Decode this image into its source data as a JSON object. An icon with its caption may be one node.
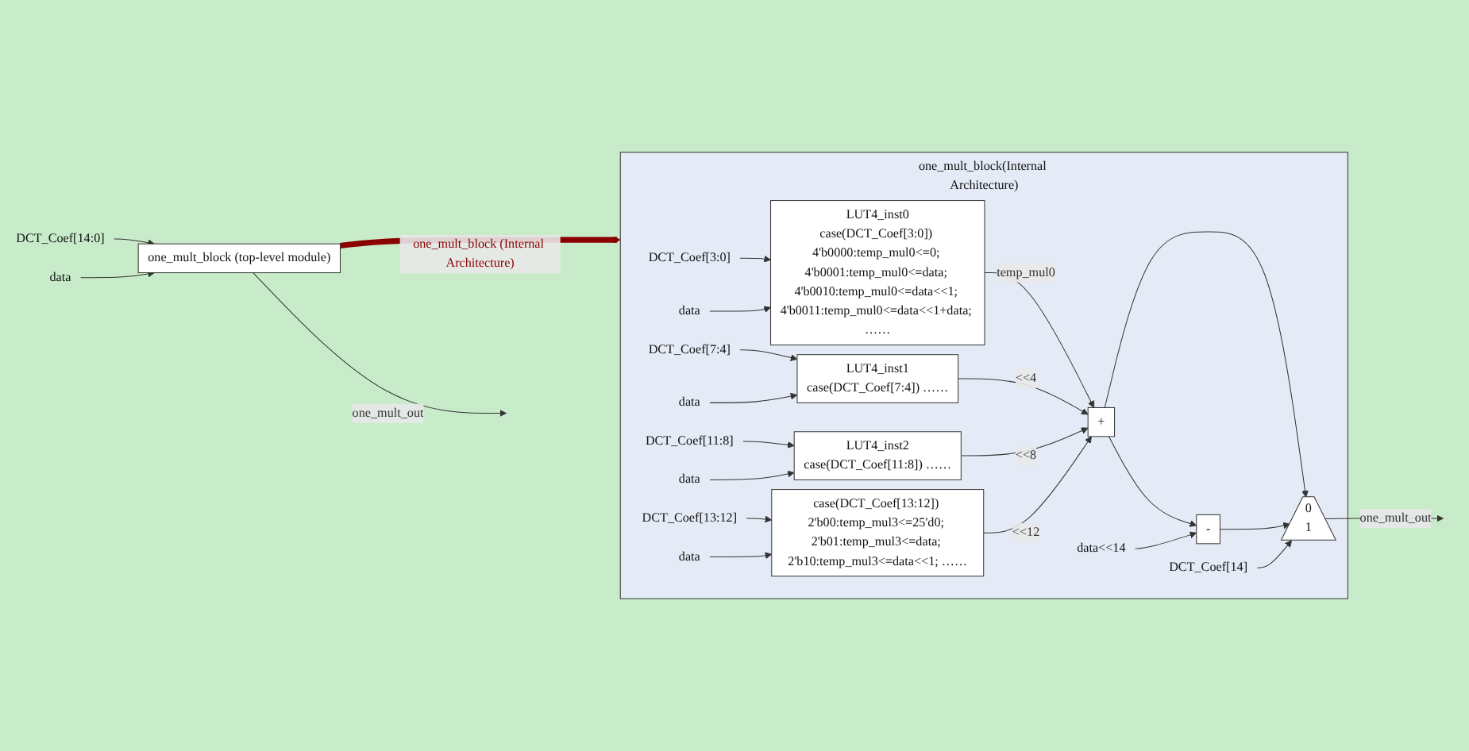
{
  "diagram": {
    "nodes": [
      {
        "text": [
          "DCT_Coef[14:0]"
        ]
      },
      {
        "text": [
          "data"
        ]
      },
      {
        "text": [
          "one_mult_block (top-level module)"
        ]
      },
      {
        "text": [
          "one_mult_block(Internal Architecture)"
        ]
      },
      {
        "text": [
          "DCT_Coef[3:0]"
        ],
        "in": 3
      },
      {
        "text": [
          "data"
        ],
        "in": 3
      },
      {
        "text": [
          "LUT4_inst0",
          "case(DCT_Coef[3:0]) 4'b0000:temp_mul0<=0; 4'b0001:temp_mul0<=data; 4'b0010:temp_mul0<=data<<1; 4'b0011:temp_mul0<=data<<1+data; ……"
        ],
        "in": 3
      },
      {
        "text": [
          "DCT_Coef[7:4]"
        ],
        "in": 3
      },
      {
        "text": [
          "data"
        ],
        "in": 3
      },
      {
        "text": [
          "LUT4_inst1",
          "case(DCT_Coef[7:4]) ……"
        ],
        "in": 3
      },
      {
        "text": [
          "DCT_Coef[11:8]"
        ],
        "in": 3
      },
      {
        "text": [
          "data"
        ],
        "in": 3
      },
      {
        "text": [
          "LUT4_inst2",
          "case(DCT_Coef[11:8]) ……"
        ],
        "in": 3
      },
      {
        "text": [
          "DCT_Coef[13:12]"
        ],
        "in": 3
      },
      {
        "text": [
          "data"
        ],
        "in": 3
      },
      {
        "text": [
          "case(DCT_Coef[13:12]) 2'b00:temp_mul3<=25'd0; 2'b01:temp_mul3<=data; 2'b10:temp_mul3<=data<<1; ……"
        ],
        "in": 3
      },
      {
        "text": [
          "+"
        ],
        "in": 3
      },
      {
        "text": [
          "data<<14"
        ],
        "in": 3
      },
      {
        "text": [
          "-"
        ],
        "in": 3
      },
      {
        "text": [
          "0",
          "1"
        ],
        "in": 3
      },
      {
        "text": [
          "DCT_Coef[14]"
        ],
        "in": 3
      }
    ],
    "edges": [
      {
        "from": 0,
        "to": 2,
        "arrow": "to"
      },
      {
        "from": 1,
        "to": 2,
        "arrow": "to"
      },
      {
        "from": 2,
        "to": null,
        "arrow": "to",
        "label": "one_mult_out"
      },
      {
        "from": 2,
        "to": 3,
        "arrow": "to",
        "label": "one_mult_block (Internal Architecture)",
        "style": "thick",
        "color": "#8b0000"
      },
      {
        "from": 4,
        "to": 6,
        "arrow": "to"
      },
      {
        "from": 5,
        "to": 6,
        "arrow": "to"
      },
      {
        "from": 7,
        "to": 9,
        "arrow": "to"
      },
      {
        "from": 8,
        "to": 9,
        "arrow": "to"
      },
      {
        "from": 10,
        "to": 12,
        "arrow": "to"
      },
      {
        "from": 11,
        "to": 12,
        "arrow": "to"
      },
      {
        "from": 13,
        "to": 15,
        "arrow": "to"
      },
      {
        "from": 14,
        "to": 15,
        "arrow": "to"
      },
      {
        "from": 6,
        "to": 16,
        "arrow": "to",
        "label": "temp_mul0"
      },
      {
        "from": 9,
        "to": 16,
        "arrow": "to",
        "label": "<<4"
      },
      {
        "from": 12,
        "to": 16,
        "arrow": "to",
        "label": "<<8"
      },
      {
        "from": 15,
        "to": 16,
        "arrow": "to",
        "label": "<<12"
      },
      {
        "from": 16,
        "to": 19,
        "arrow": "to"
      },
      {
        "from": 16,
        "to": 18,
        "arrow": "to"
      },
      {
        "from": 17,
        "to": 18,
        "arrow": "to"
      },
      {
        "from": 18,
        "to": 19,
        "arrow": "to"
      },
      {
        "from": 20,
        "to": 19,
        "arrow": "to"
      },
      {
        "from": 19,
        "to": null,
        "arrow": "to",
        "label": "one_mult_out"
      }
    ]
  }
}
